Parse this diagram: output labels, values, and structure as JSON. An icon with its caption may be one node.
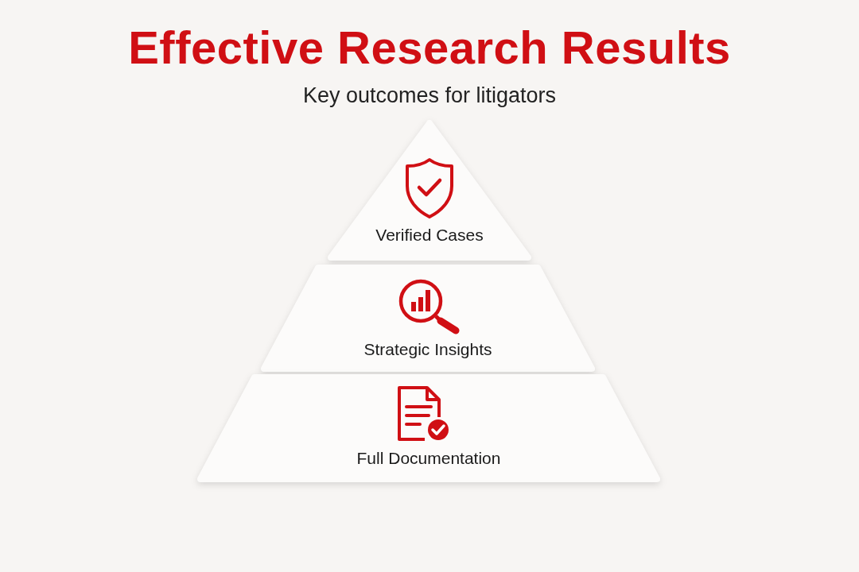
{
  "diagram": {
    "title": "Effective Research Results",
    "nodes": [
      {
        "text": [
          "Verified Cases"
        ]
      },
      {
        "text": [
          "Strategic Insights"
        ]
      },
      {
        "text": [
          "Full Documentation"
        ]
      }
    ],
    "edges": [],
    "labels": [
      "Key outcomes for litigators"
    ]
  }
}
